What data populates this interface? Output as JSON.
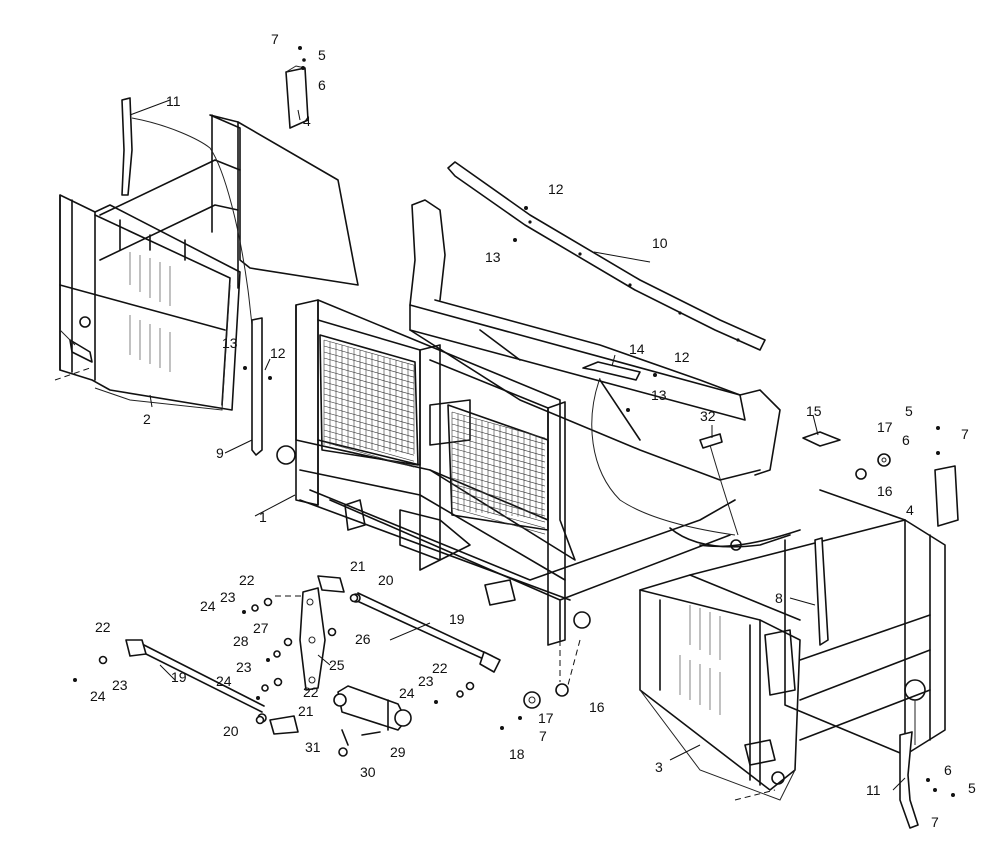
{
  "diagram": {
    "callouts": [
      {
        "id": "c1",
        "text": "1"
      },
      {
        "id": "c2",
        "text": "2"
      },
      {
        "id": "c3",
        "text": "3"
      },
      {
        "id": "c4a",
        "text": "4"
      },
      {
        "id": "c4b",
        "text": "4"
      },
      {
        "id": "c5a",
        "text": "5"
      },
      {
        "id": "c5b",
        "text": "5"
      },
      {
        "id": "c5c",
        "text": "5"
      },
      {
        "id": "c6a",
        "text": "6"
      },
      {
        "id": "c6b",
        "text": "6"
      },
      {
        "id": "c6c",
        "text": "6"
      },
      {
        "id": "c7a",
        "text": "7"
      },
      {
        "id": "c7b",
        "text": "7"
      },
      {
        "id": "c7c",
        "text": "7"
      },
      {
        "id": "c7d",
        "text": "7"
      },
      {
        "id": "c8",
        "text": "8"
      },
      {
        "id": "c9",
        "text": "9"
      },
      {
        "id": "c10",
        "text": "10"
      },
      {
        "id": "c11a",
        "text": "11"
      },
      {
        "id": "c11b",
        "text": "11"
      },
      {
        "id": "c12a",
        "text": "12"
      },
      {
        "id": "c12b",
        "text": "12"
      },
      {
        "id": "c12c",
        "text": "12"
      },
      {
        "id": "c13a",
        "text": "13"
      },
      {
        "id": "c13b",
        "text": "13"
      },
      {
        "id": "c13c",
        "text": "13"
      },
      {
        "id": "c14",
        "text": "14"
      },
      {
        "id": "c15",
        "text": "15"
      },
      {
        "id": "c16a",
        "text": "16"
      },
      {
        "id": "c16b",
        "text": "16"
      },
      {
        "id": "c17a",
        "text": "17"
      },
      {
        "id": "c17b",
        "text": "17"
      },
      {
        "id": "c18",
        "text": "18"
      },
      {
        "id": "c19a",
        "text": "19"
      },
      {
        "id": "c19b",
        "text": "19"
      },
      {
        "id": "c20a",
        "text": "20"
      },
      {
        "id": "c20b",
        "text": "20"
      },
      {
        "id": "c21a",
        "text": "21"
      },
      {
        "id": "c21b",
        "text": "21"
      },
      {
        "id": "c22a",
        "text": "22"
      },
      {
        "id": "c22b",
        "text": "22"
      },
      {
        "id": "c22c",
        "text": "22"
      },
      {
        "id": "c22d",
        "text": "22"
      },
      {
        "id": "c23a",
        "text": "23"
      },
      {
        "id": "c23b",
        "text": "23"
      },
      {
        "id": "c23c",
        "text": "23"
      },
      {
        "id": "c23d",
        "text": "23"
      },
      {
        "id": "c24a",
        "text": "24"
      },
      {
        "id": "c24b",
        "text": "24"
      },
      {
        "id": "c24c",
        "text": "24"
      },
      {
        "id": "c24d",
        "text": "24"
      },
      {
        "id": "c25",
        "text": "25"
      },
      {
        "id": "c26",
        "text": "26"
      },
      {
        "id": "c27",
        "text": "27"
      },
      {
        "id": "c28",
        "text": "28"
      },
      {
        "id": "c29",
        "text": "29"
      },
      {
        "id": "c30",
        "text": "30"
      },
      {
        "id": "c31",
        "text": "31"
      },
      {
        "id": "c32",
        "text": "32"
      }
    ]
  }
}
